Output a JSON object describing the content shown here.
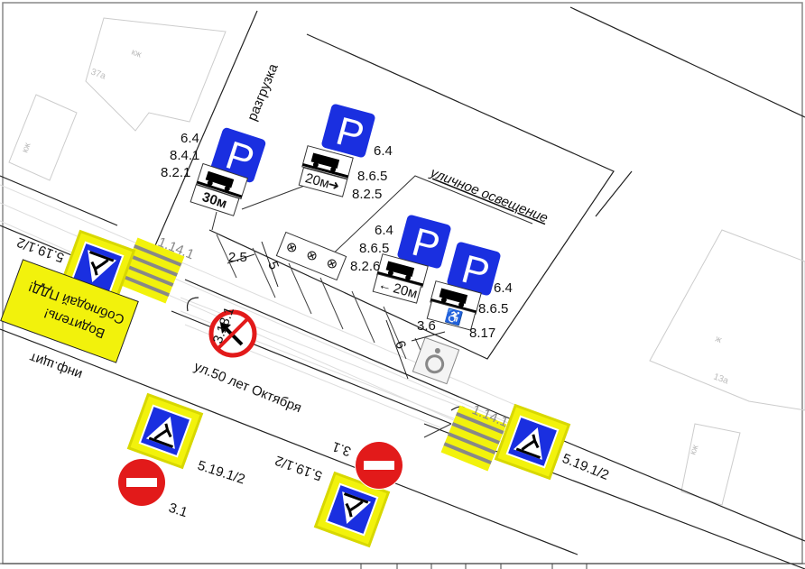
{
  "street_name": "ул.50 лет Октября",
  "unloading_label": "разгрузка",
  "street_lighting_label": "уличное освещение",
  "info_board": {
    "text_line1": "Водитель!",
    "text_line2": "Соблюдай ПДД!",
    "caption": "инф.щит"
  },
  "buildings": {
    "b1_number": "37а",
    "b1_type": "кж",
    "b2_type": "кж",
    "b3_number": "13а",
    "b3_type": "ж",
    "b4_type": "кж"
  },
  "sign_groups": [
    {
      "codes": [
        "6.4",
        "8.4.1",
        "8.2.1"
      ],
      "plate_text": "30м"
    },
    {
      "codes": [
        "6.4",
        "8.6.5",
        "8.2.5"
      ],
      "plate_text": "20м"
    },
    {
      "codes": [
        "6.4",
        "8.6.5",
        "8.2.6"
      ],
      "plate_text": "20м"
    },
    {
      "codes": [
        "6.4",
        "8.6.5",
        "8.17"
      ]
    }
  ],
  "crosswalk_marking": [
    "1.14.1",
    "1.14.1"
  ],
  "pedestrian_signs": [
    "5.19.1/2",
    "5.19.1/2",
    "5.19.1/2",
    "5.19.1/2"
  ],
  "no_entry_signs": [
    "3.1",
    "3.1"
  ],
  "no_left_turn_sign": "3.18.1",
  "dimensions": {
    "width_space": "2.5",
    "length_space": "5",
    "disabled_length": "6",
    "disabled_width": "3.6"
  },
  "colors": {
    "sign_blue": "#1a2fe0",
    "marking_yellow": "#f2f20c",
    "no_entry_red": "#e21a1a"
  }
}
